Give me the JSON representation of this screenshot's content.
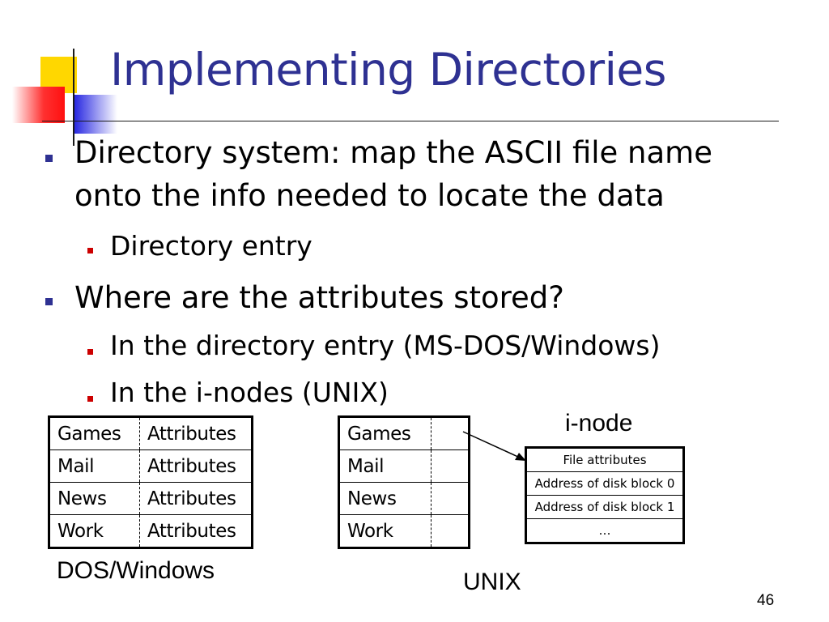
{
  "slide": {
    "title": "Implementing Directories",
    "page_number": "46"
  },
  "bullets": [
    {
      "text_line1": "Directory system: map the ASCII file name",
      "text_line2": "onto the info needed to locate the data",
      "children": [
        "Directory entry"
      ]
    },
    {
      "text": "Where are the attributes stored?",
      "children": [
        "In the directory entry (MS-DOS/Windows)",
        "In the i-nodes (UNIX)"
      ]
    }
  ],
  "dos_table": {
    "rows": [
      [
        "Games",
        "Attributes"
      ],
      [
        "Mail",
        "Attributes"
      ],
      [
        "News",
        "Attributes"
      ],
      [
        "Work",
        "Attributes"
      ]
    ],
    "caption": "DOS/Windows"
  },
  "unix_table": {
    "rows": [
      "Games",
      "Mail",
      "News",
      "Work"
    ],
    "caption": "UNIX"
  },
  "inode": {
    "label": "i-node",
    "rows": [
      "File attributes",
      "Address of disk block 0",
      "Address of disk block 1",
      "…"
    ]
  },
  "colors": {
    "title": "#2e3192",
    "level1_bullet": "#2e3192",
    "level2_bullet": "#cc0000",
    "logo_yellow": "#ffd700",
    "logo_red": "#ff2020",
    "logo_blue": "#2020e0"
  }
}
